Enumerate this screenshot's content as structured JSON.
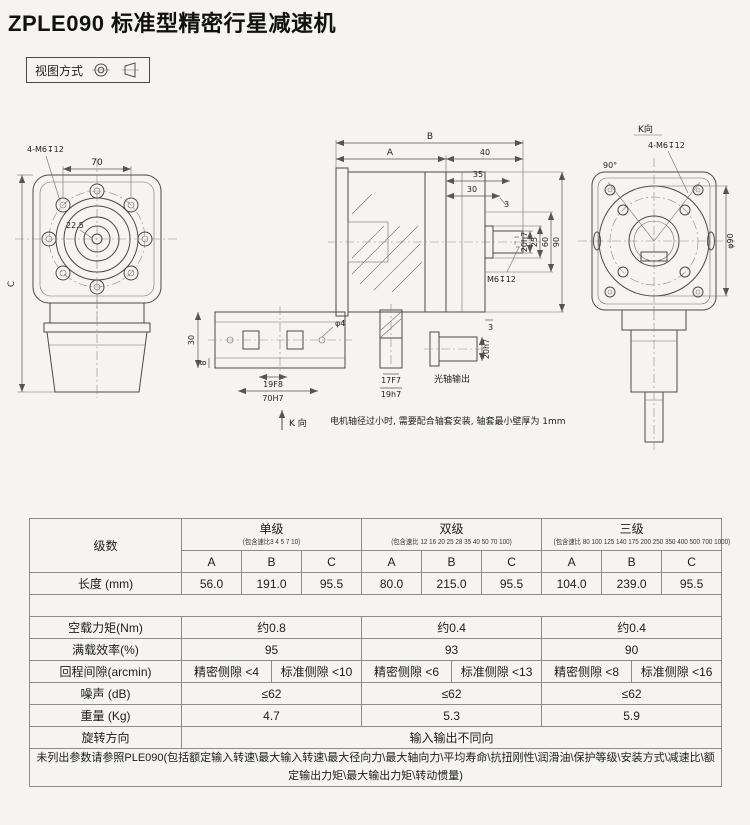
{
  "header": {
    "title": "ZPLE090 标准型精密行星减速机",
    "view_method": "视图方式"
  },
  "d": {
    "bolt_left": "4-M6↧12",
    "dim70": "70",
    "dim22_5": "22.5",
    "dimC": "C",
    "dimB": "B",
    "dimA": "A",
    "dim40": "40",
    "dim35": "35",
    "dim30": "30",
    "dim3": "3",
    "dim3b": "3",
    "m6tap": "M6↧12",
    "shaft20h7": "20h7",
    "dim25": "25",
    "dim60": "60",
    "dim90": "90",
    "flange30": "30",
    "flange8": "8",
    "phi4": "φ4",
    "dim19F8": "19F8",
    "dim70H7": "70H7",
    "dim17F7": "17F7",
    "dim19h7": "19h7",
    "out20h7": "20h7",
    "plain_shaft": "光轴输出",
    "k_dir": "K 向",
    "k_dir_top": "K向",
    "bolt_right": "4-M6↧12",
    "deg90": "90°",
    "phi90": "φ90",
    "note": "电机轴径过小时, 需要配合轴套安装, 轴套最小壁厚为 1mm"
  },
  "t": {
    "grade": "级数",
    "g1": "单级",
    "g1r": "(包含速比3  4  5  7  10)",
    "g2": "双级",
    "g2r": "(包含速比 12 16 20 25 28 35 40 50 70 100)",
    "g3": "三级",
    "g3r": "(包含速比 80 100 125 140 175 200 250 350 400 500 700 1000)",
    "A": "A",
    "B": "B",
    "C": "C",
    "len": {
      "label": "长度 (mm)",
      "v": [
        "56.0",
        "191.0",
        "95.5",
        "80.0",
        "215.0",
        "95.5",
        "104.0",
        "239.0",
        "95.5"
      ]
    },
    "tq": {
      "label": "空载力矩(Nm)",
      "v": [
        "约0.8",
        "约0.4",
        "约0.4"
      ]
    },
    "ef": {
      "label": "满载效率(%)",
      "v": [
        "95",
        "93",
        "90"
      ]
    },
    "bl": {
      "label": "回程间隙(arcmin)",
      "v": [
        "精密侧隙 <4",
        "标准侧隙 <10",
        "精密侧隙 <6",
        "标准侧隙 <13",
        "精密侧隙 <8",
        "标准侧隙 <16"
      ]
    },
    "ns": {
      "label": "噪声 (dB)",
      "v": [
        "≤62",
        "≤62",
        "≤62"
      ]
    },
    "wt": {
      "label": "重量 (Kg)",
      "v": [
        "4.7",
        "5.3",
        "5.9"
      ]
    },
    "rot": {
      "label": "旋转方向",
      "value": "输入输出不同向"
    },
    "footnote": "未列出参数请参照PLE090(包括额定输入转速\\最大输入转速\\最大径向力\\最大轴向力\\平均寿命\\抗扭刚性\\润滑油\\保护等级\\安装方式\\减速比\\额定输出力矩\\最大输出力矩\\转动惯量)"
  }
}
